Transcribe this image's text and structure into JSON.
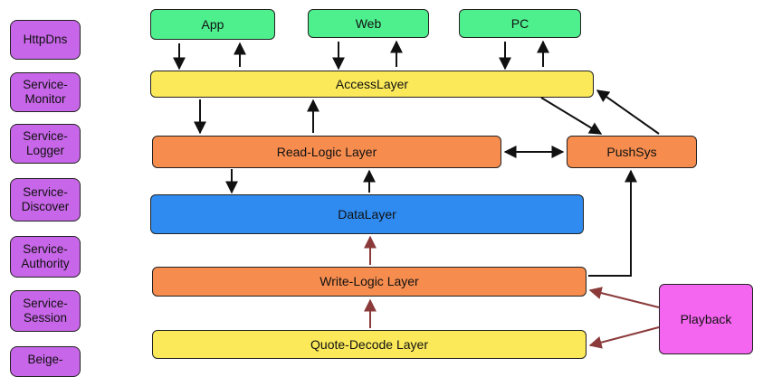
{
  "side": {
    "items": [
      {
        "label": "HttpDns"
      },
      {
        "label": "Service-\nMonitor"
      },
      {
        "label": "Service-\nLogger"
      },
      {
        "label": "Service-\nDiscover"
      },
      {
        "label": "Service-\nAuthority"
      },
      {
        "label": "Service-\nSession"
      },
      {
        "label": "Beige-"
      }
    ]
  },
  "clients": {
    "app": "App",
    "web": "Web",
    "pc": "PC"
  },
  "layers": {
    "access": "AccessLayer",
    "read_logic": "Read-Logic Layer",
    "data": "DataLayer",
    "write_logic": "Write-Logic Layer",
    "quote_decode": "Quote-Decode Layer"
  },
  "push_sys": "PushSys",
  "playback": "Playback",
  "colors": {
    "side": "#c766e8",
    "client": "#4ef08e",
    "yellow_layer": "#fbe95a",
    "orange_layer": "#f68d4f",
    "data_layer": "#2f8bf0",
    "playback": "#f566f0",
    "arrow_black": "#111111",
    "arrow_red": "#8b3a3a"
  }
}
